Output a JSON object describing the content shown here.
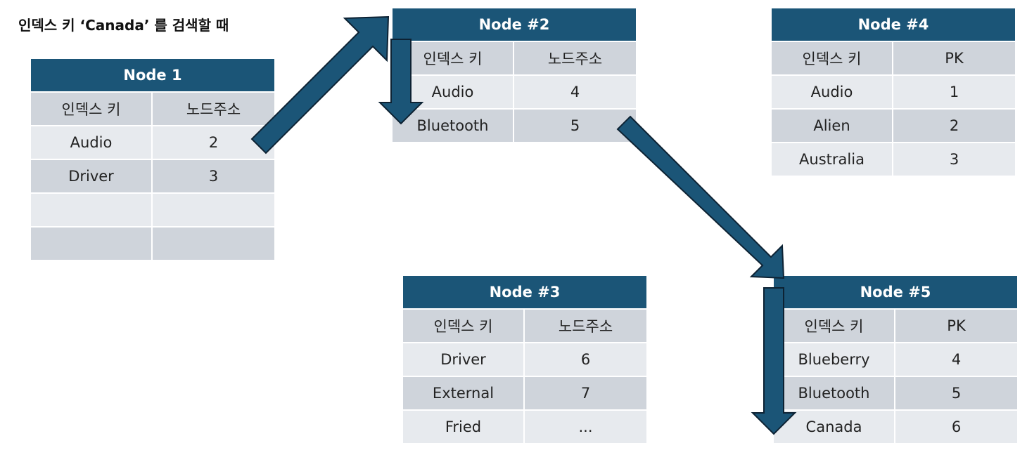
{
  "title": "인덱스 키 ‘Canada’ 를 검색할 때",
  "colors": {
    "header": "#1b5577",
    "arrow_fill": "#1b5577",
    "arrow_stroke": "#0d2233",
    "row_dark": "#cfd4db",
    "row_light": "#e7eaee"
  },
  "nodes": {
    "node1": {
      "title": "Node 1",
      "col1": "인덱스 키",
      "col2": "노드주소",
      "rows": [
        [
          "Audio",
          "2"
        ],
        [
          "Driver",
          "3"
        ],
        [
          "",
          ""
        ],
        [
          "",
          ""
        ]
      ]
    },
    "node2": {
      "title": "Node #2",
      "col1": "인덱스 키",
      "col2": "노드주소",
      "rows": [
        [
          "Audio",
          "4"
        ],
        [
          "Bluetooth",
          "5"
        ]
      ]
    },
    "node3": {
      "title": "Node #3",
      "col1": "인덱스 키",
      "col2": "노드주소",
      "rows": [
        [
          "Driver",
          "6"
        ],
        [
          "External",
          "7"
        ],
        [
          "Fried",
          "..."
        ]
      ]
    },
    "node4": {
      "title": "Node #4",
      "col1": "인덱스 키",
      "col2": "PK",
      "rows": [
        [
          "Audio",
          "1"
        ],
        [
          "Alien",
          "2"
        ],
        [
          "Australia",
          "3"
        ]
      ]
    },
    "node5": {
      "title": "Node #5",
      "col1": "인덱스 키",
      "col2": "PK",
      "rows": [
        [
          "Blueberry",
          "4"
        ],
        [
          "Bluetooth",
          "5"
        ],
        [
          "Canada",
          "6"
        ]
      ]
    }
  }
}
